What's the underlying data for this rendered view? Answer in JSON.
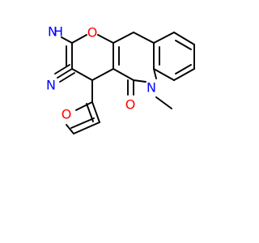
{
  "colors": {
    "background": "#ffffff",
    "bond": "#000000",
    "nitrogen": "#0000ff",
    "oxygen": "#ff0000"
  },
  "atom_labels": {
    "nh2_n": "H",
    "nh2_h": "N",
    "ring_o": "O",
    "nitrile_n": "N",
    "lactam_n": "N",
    "carbonyl_o": "O",
    "furan_o": "O"
  }
}
